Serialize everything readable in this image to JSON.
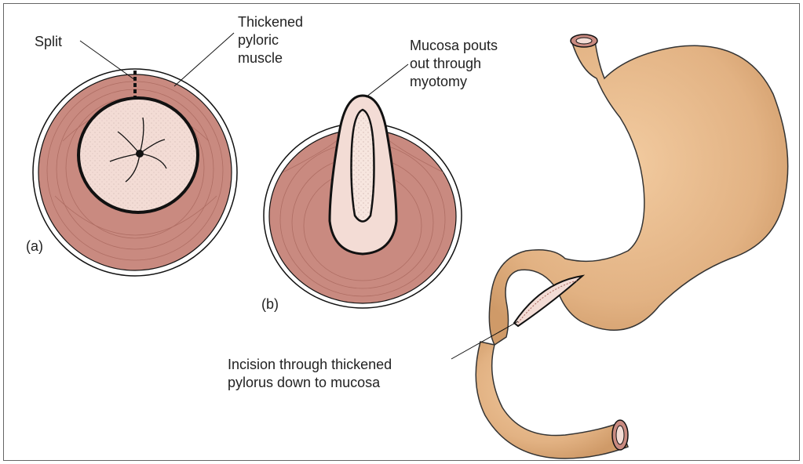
{
  "labels": {
    "split": "Split",
    "thickened_muscle": [
      "Thickened",
      "pyloric",
      "muscle"
    ],
    "mucosa_pouts": [
      "Mucosa pouts",
      "out through",
      "myotomy"
    ],
    "panel_a": "(a)",
    "panel_b": "(b)",
    "incision": [
      "Incision through thickened",
      "pylorus down to mucosa"
    ]
  },
  "colors": {
    "muscle": "#c98a80",
    "mucosa": "#f3dcd5",
    "stomach": "#e6b888",
    "stomach_shade": "#d39e6c",
    "outline": "#111111",
    "frame": "#666666"
  }
}
